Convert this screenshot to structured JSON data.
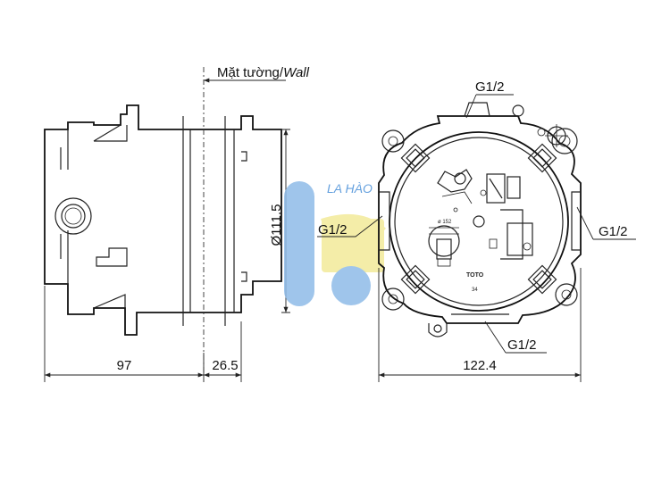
{
  "labels": {
    "wall_text": "Mặt tường/",
    "wall_text_italic": "Wall",
    "dim_97": "97",
    "dim_26_5": "26.5",
    "dim_111_5": "Ø111.5",
    "dim_122_4": "122.4",
    "port_top": "G1/2",
    "port_left": "G1/2",
    "port_right": "G1/2",
    "port_bottom": "G1/2",
    "brand": "TOTO",
    "watermark_text": "LA HÀO"
  },
  "colors": {
    "line": "#222222",
    "watermark_blue": "#8fbbe8",
    "watermark_yellow": "#f3ea9a",
    "watermark_text": "#4a90d9"
  }
}
